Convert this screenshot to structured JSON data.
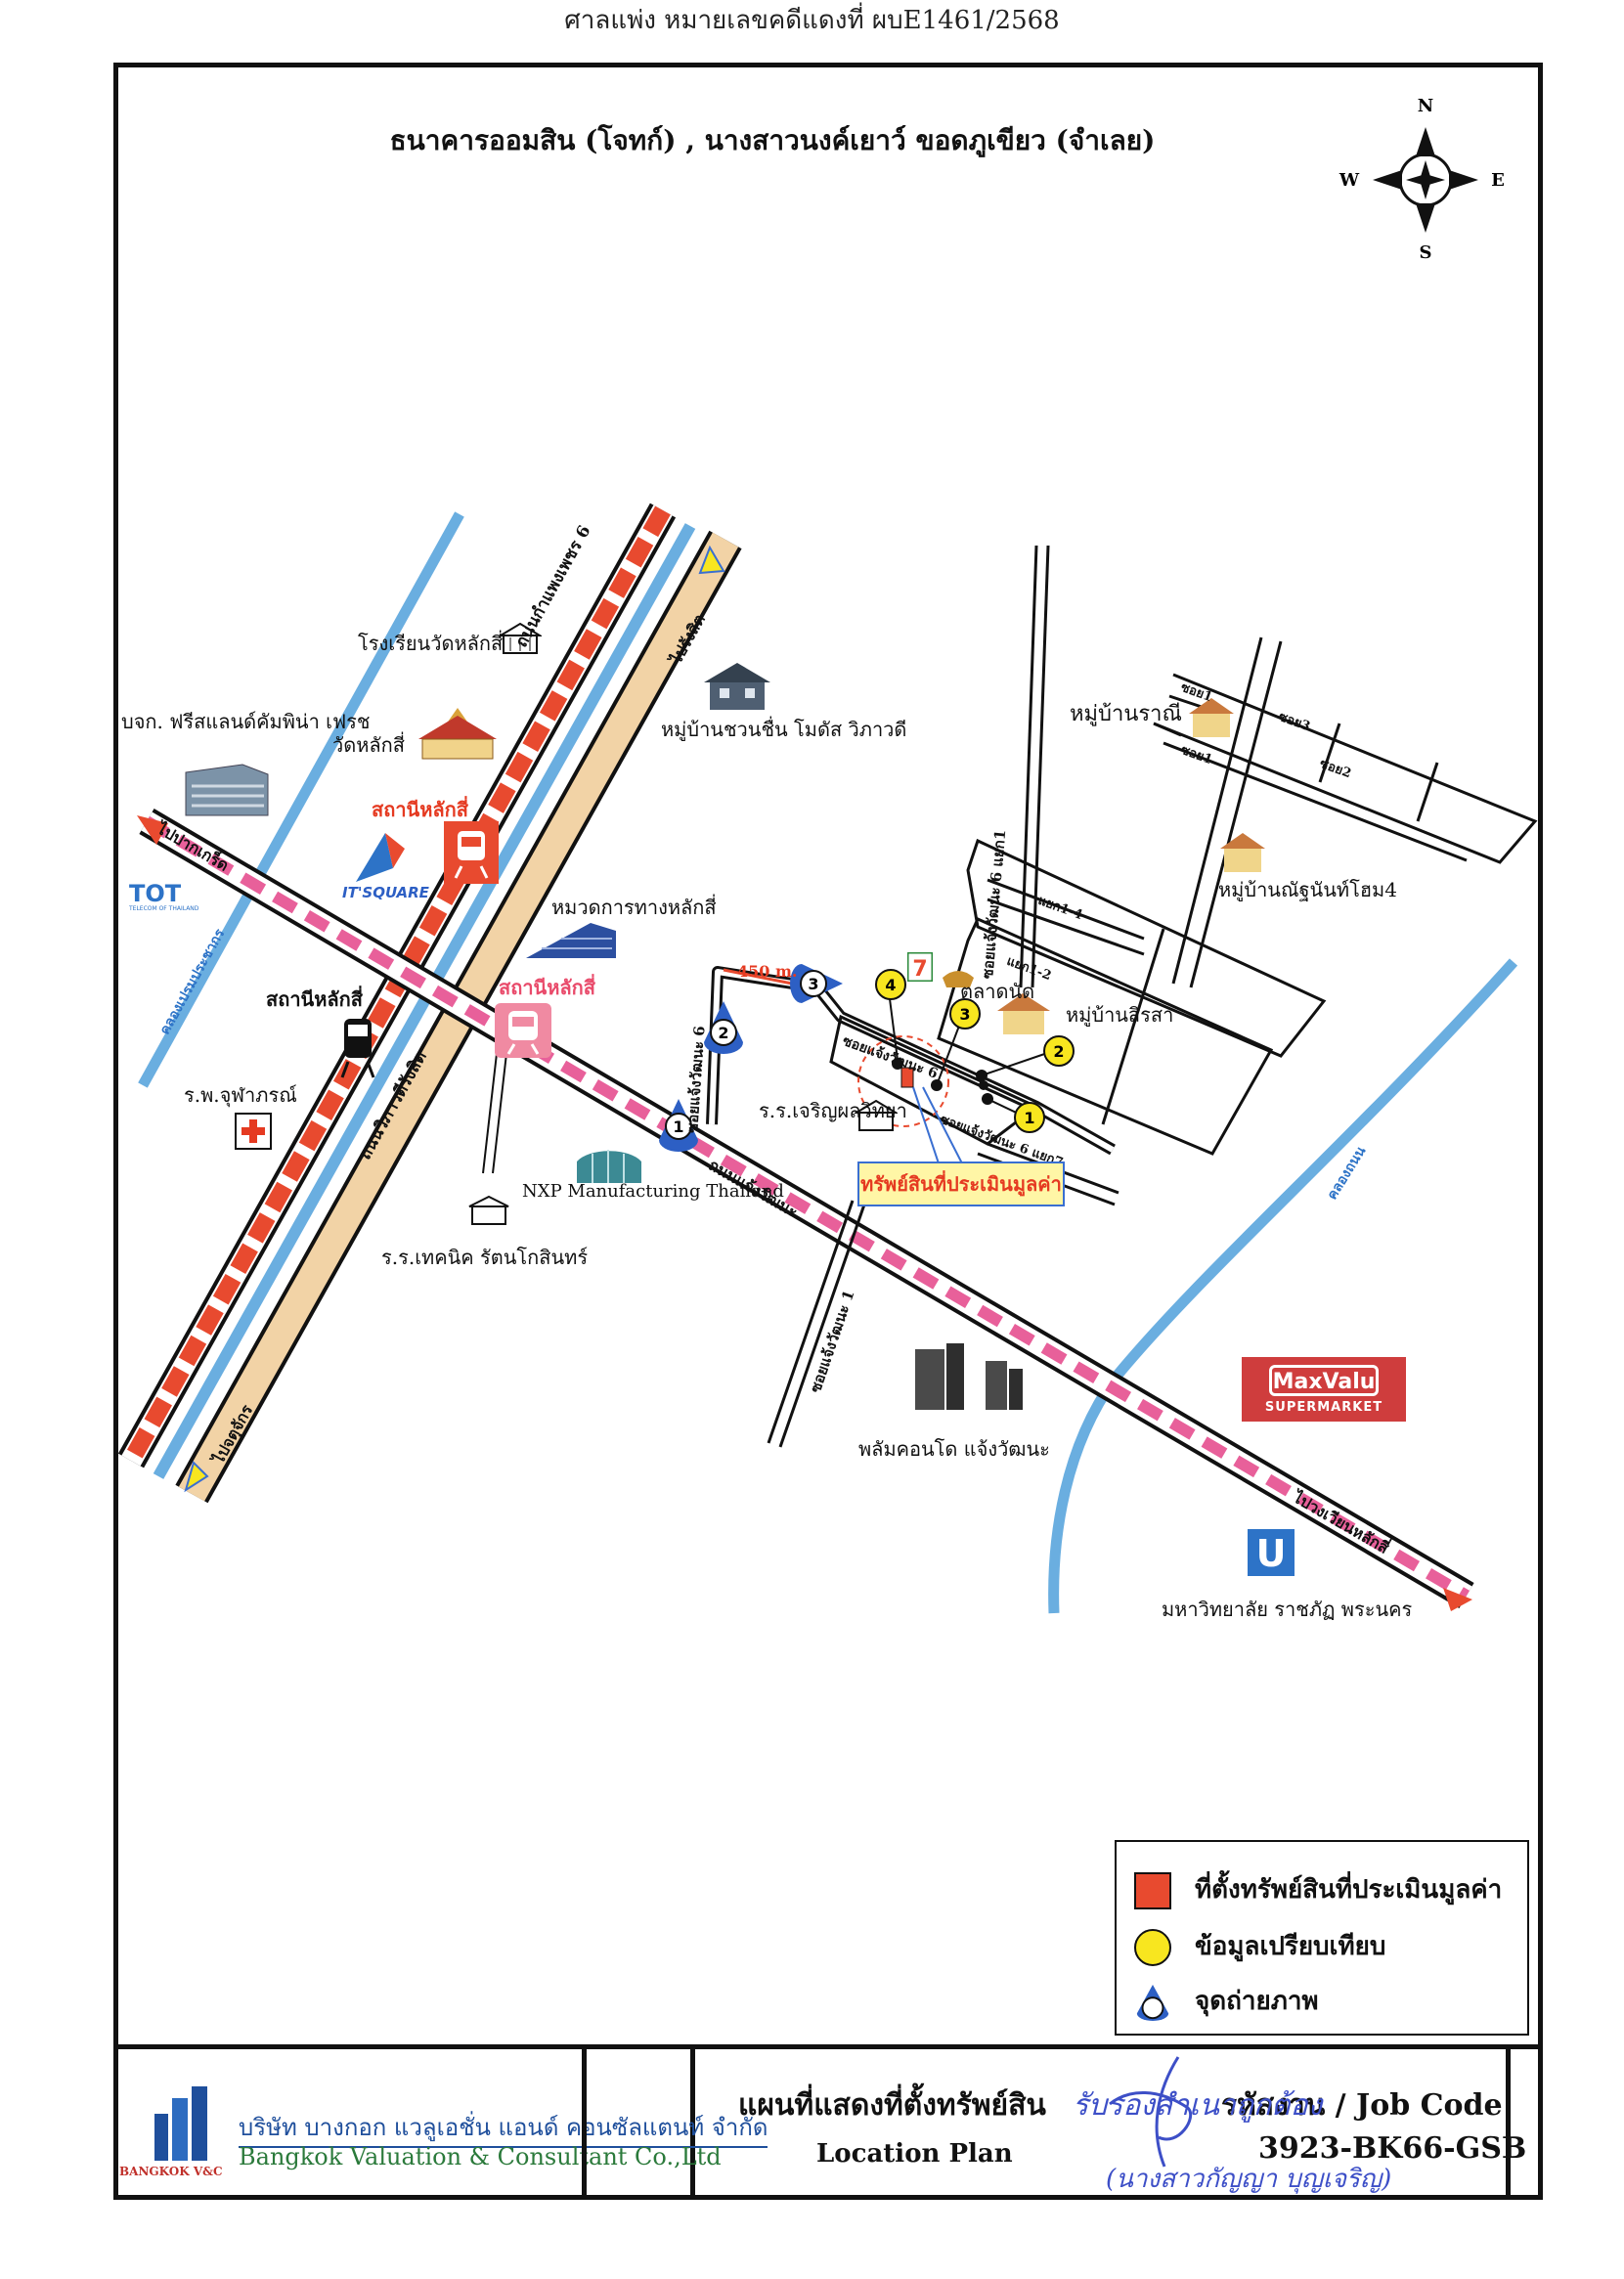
{
  "header": {
    "court_stamp": "ศาลแพ่ง หมายเลขคดีแดงที่ ผบE1461/2568",
    "title": "ธนาคารออมสิน (โจทก์) , นางสาวนงค์เยาว์ ขอดภูเขียว (จำเลย)"
  },
  "compass": {
    "n": "N",
    "s": "S",
    "e": "E",
    "w": "W"
  },
  "roads": {
    "phahonyothin6": "ถนนกำแพงเพชร 6",
    "vibhavadi": "ถนนวิภาวดีรังสิต",
    "chaengwattana": "ถนนแจ้งวัฒนะ",
    "to_rangsit": "ไปรังสิต",
    "to_chatuchak": "ไปจตุจักร",
    "to_pakkret": "ไปปากเกร็ด",
    "to_laksi_intersection": "ไปวงเวียนหลักสี่",
    "soi6": "ซอยแจ้งวัฒนะ 6",
    "soi6_1": "ซอยแจ้งวัฒนะ 6 แยก1",
    "soi1": "ซอยแจ้งวัฒนะ 1",
    "soi6_in": "ซอยแจ้งวัฒนะ 6",
    "soi6_7": "ซอยแจ้งวัฒนะ 6 แยก7",
    "soi_short_a": "แยก1-4",
    "soi_short_b": "แยก1-2",
    "soi_short_c": "ซอย1",
    "soi_short_d": "ซอย3",
    "soi_short_e": "ซอย2",
    "soi_short_f": "ซอย1",
    "distance": "450 m.",
    "canal_prem": "คลองเปรมประชากร",
    "canal_bangkhen": "คลองถนน"
  },
  "places": {
    "school_wat_laksi": "โรงเรียนวัดหลักสี่",
    "wat_laksi": "วัดหลักสี่",
    "freeland": "บจก. ฟรีสแลนด์คัมพิน่า เฟรช",
    "station_red_1": "สถานีหลักสี่",
    "station_black": "สถานีหลักสี่",
    "station_pink": "สถานีหลักสี่",
    "it_square": "IT'SQUARE",
    "tot": "TOT",
    "tot_sub": "TELECOM OF THAILAND",
    "hospital": "ร.พ.จุฬาภรณ์",
    "highway_dept": "หมวดการทางหลักสี่",
    "village_chuanchuen": "หมู่บ้านชวนชื่น โมดัส วิภาวดี",
    "nxp": "NXP Manufacturing Thailand",
    "tech_school": "ร.ร.เทคนิค รัตนโกสินทร์",
    "school_charoen": "ร.ร.เจริญผลวิทยา",
    "market": "ตลาดนัด",
    "village_sirisa": "หมู่บ้านสิรสา",
    "village_rani": "หมู่บ้านราณี",
    "village_nanthasom": "หมู่บ้านณัฐนันท์โฮม4",
    "condo": "พลัมคอนโด แจ้งวัฒนะ",
    "maxvalu": "MaxValu",
    "maxvalu_sub": "SUPERMARKET",
    "university": "มหาวิทยาลัย ราชภัฏ พระนคร",
    "university_icon": "U",
    "property_callout": "ทรัพย์สินที่ประเมินมูลค่า",
    "seven": "7"
  },
  "markers": {
    "photo": [
      "1",
      "2",
      "3"
    ],
    "compare": [
      "1",
      "2",
      "3",
      "4"
    ]
  },
  "legend": {
    "subject": "ที่ตั้งทรัพย์สินที่ประเมินมูลค่า",
    "compare": "ข้อมูลเปรียบเทียบ",
    "photo": "จุดถ่ายภาพ"
  },
  "footer": {
    "company_th": "บริษัท บางกอก แวลูเอชั่น แอนด์ คอนซัลแตนท์ จำกัด",
    "company_en": "Bangkok Valuation & Consultant Co.,Ltd",
    "logo_text": "BANGKOK V&C",
    "plan_th": "แผนที่แสดงที่ตั้งทรัพย์สิน",
    "plan_en": "Location Plan",
    "job_label": "รหัสงาน / Job Code",
    "job_code": "3923-BK66-GSB",
    "signature_line1": "รับรองสำเนาถูกต้อง",
    "signature_line2": "(นางสาวกัญญา บุญเจริญ)"
  },
  "colors": {
    "red_line": "#e84a2f",
    "pink_line": "#e8609a",
    "blue_canal": "#6aaee0",
    "tan_road": "#f2d3a6",
    "compare_yellow": "#f8e61f",
    "subject_red": "#e84a2f",
    "photo_blue": "#2d5fc4"
  }
}
